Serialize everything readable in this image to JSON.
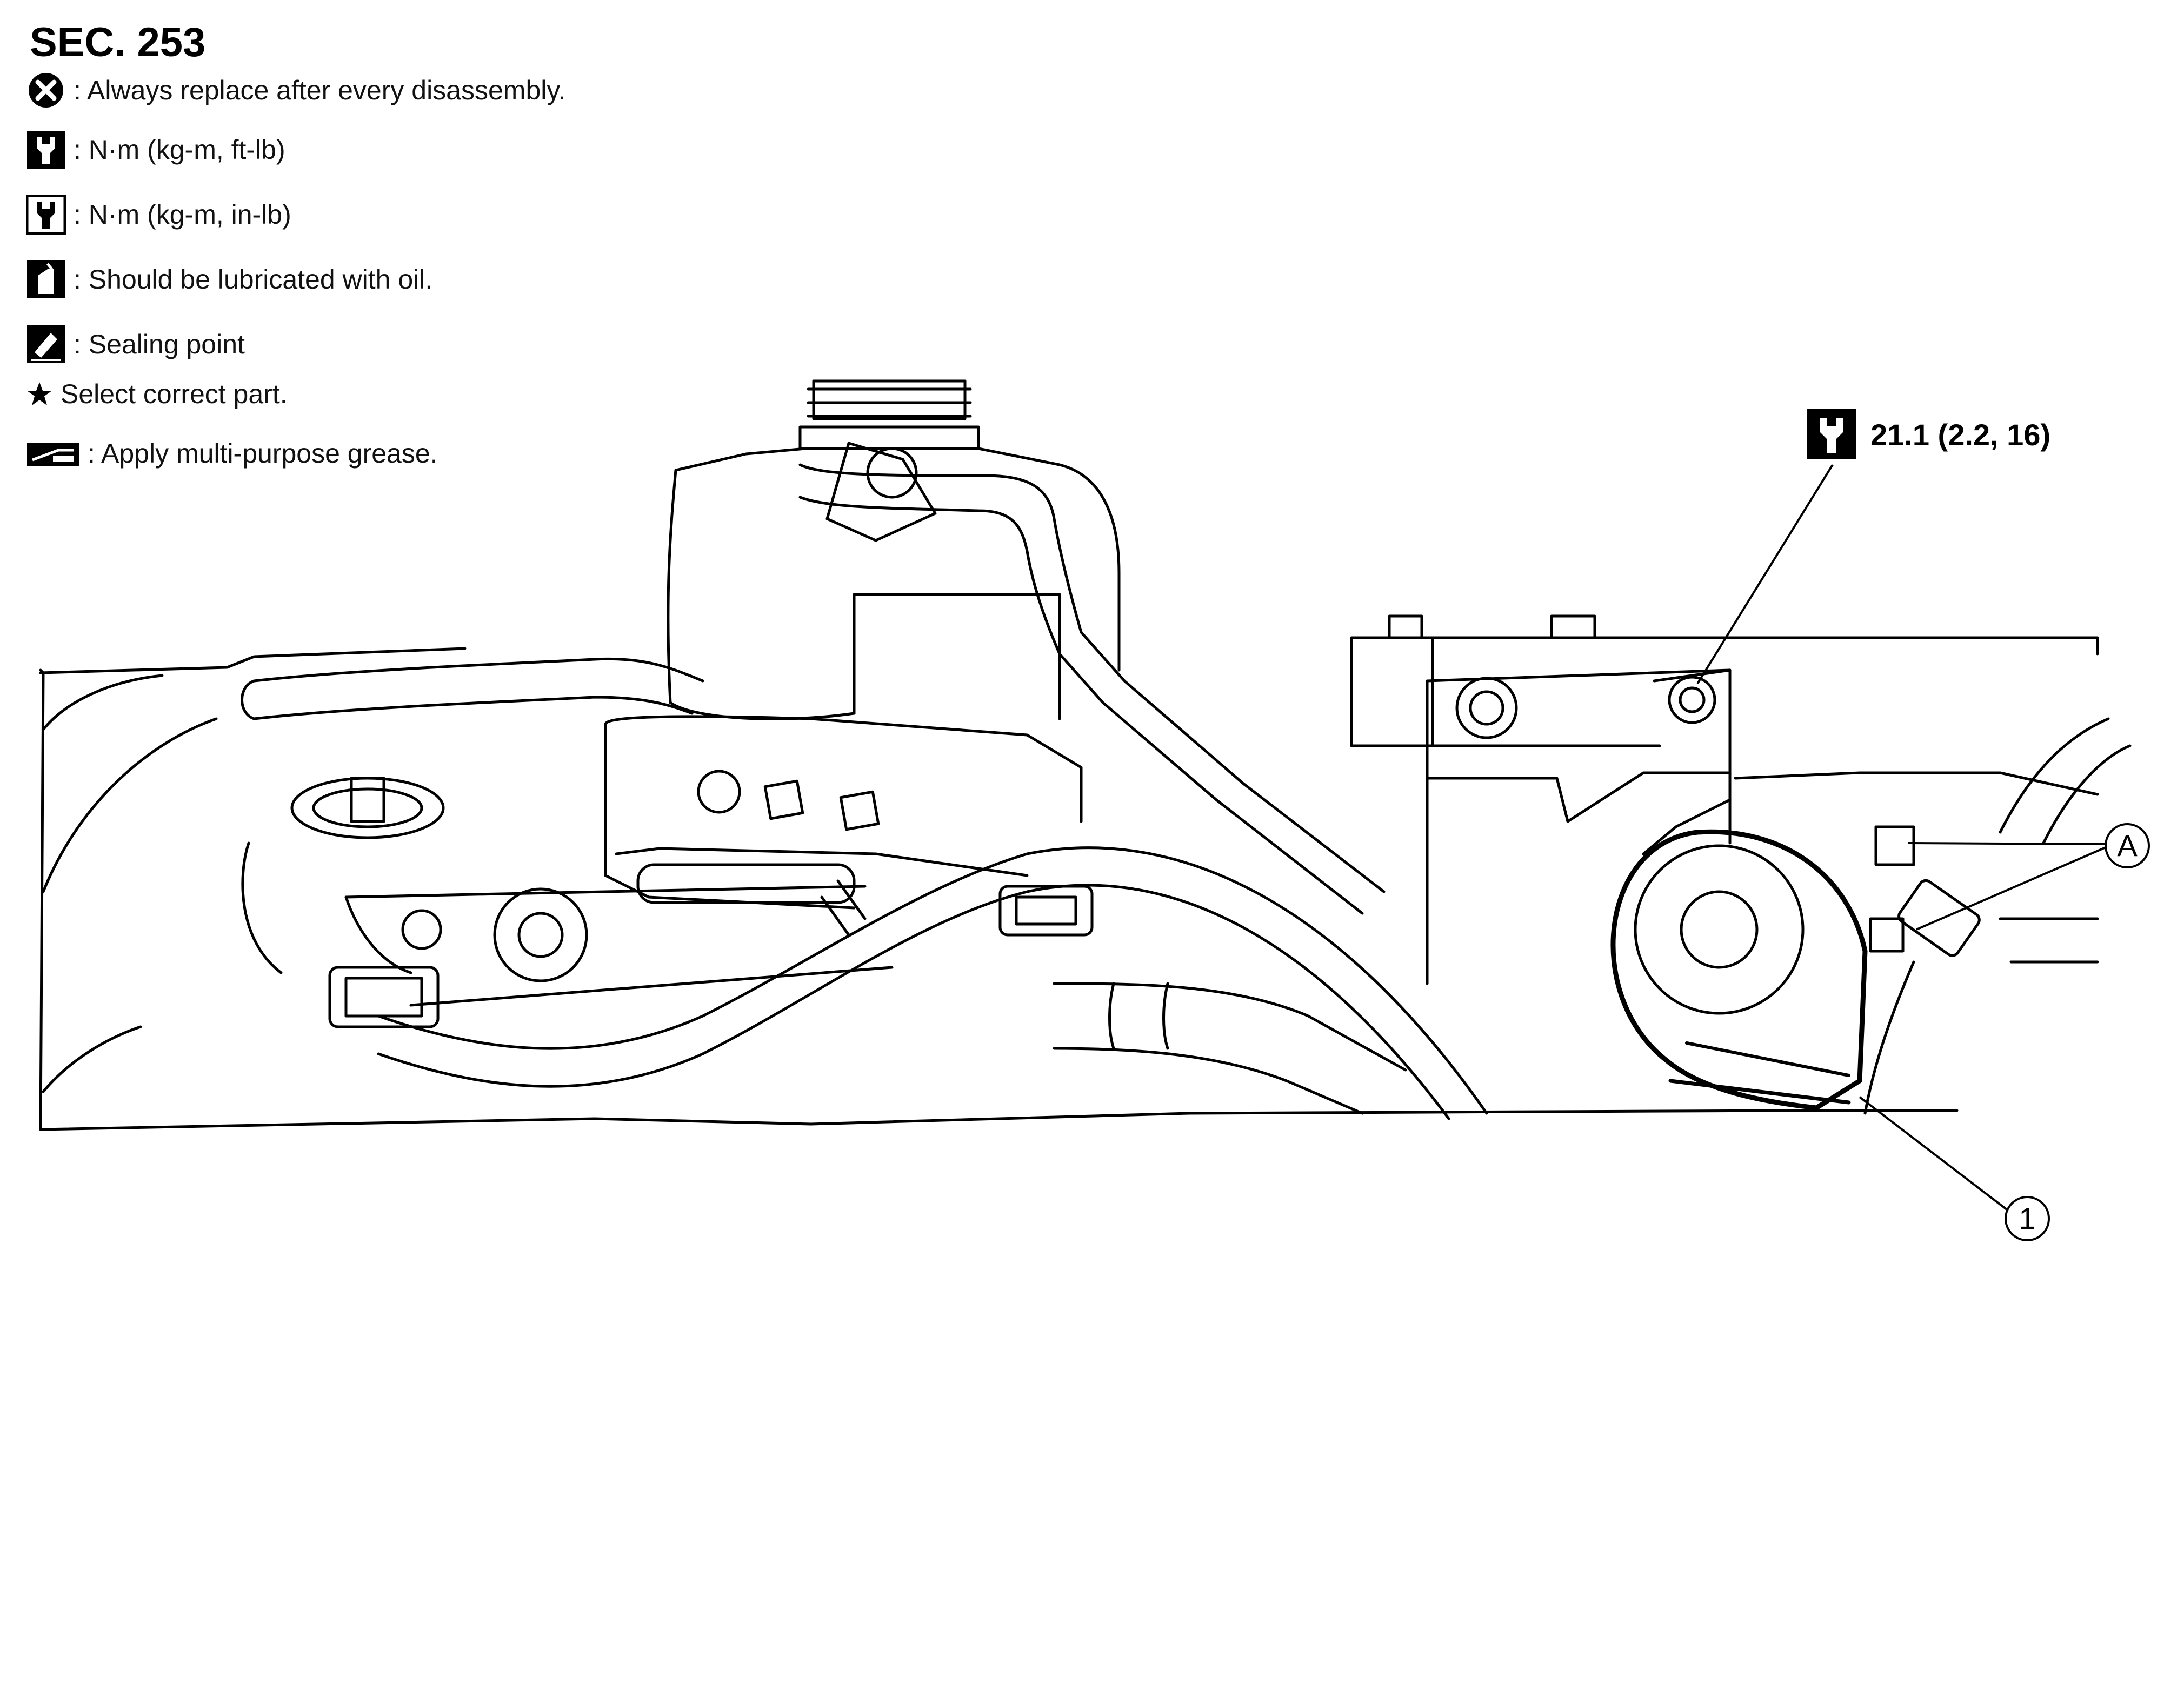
{
  "section": "SEC. 253",
  "legend": [
    {
      "icon": "replace-x-icon",
      "text": ": Always replace after every disassembly."
    },
    {
      "icon": "torque-wrench-ftlb-icon",
      "text": ": N·m (kg-m, ft-lb)"
    },
    {
      "icon": "torque-wrench-inlb-icon",
      "text": ": N·m (kg-m, in-lb)"
    },
    {
      "icon": "oil-can-icon",
      "text": ": Should be lubricated with oil."
    },
    {
      "icon": "sealing-point-icon",
      "text": ": Sealing point"
    },
    {
      "icon": "star-icon",
      "text": "Select correct part."
    },
    {
      "icon": "grease-icon",
      "text": ": Apply multi-purpose grease."
    }
  ],
  "torque_spec": "21.1 (2.2, 16)",
  "callouts": {
    "connector": "A",
    "horn": "1"
  },
  "colors": {
    "ink": "#000000",
    "background": "#ffffff"
  }
}
